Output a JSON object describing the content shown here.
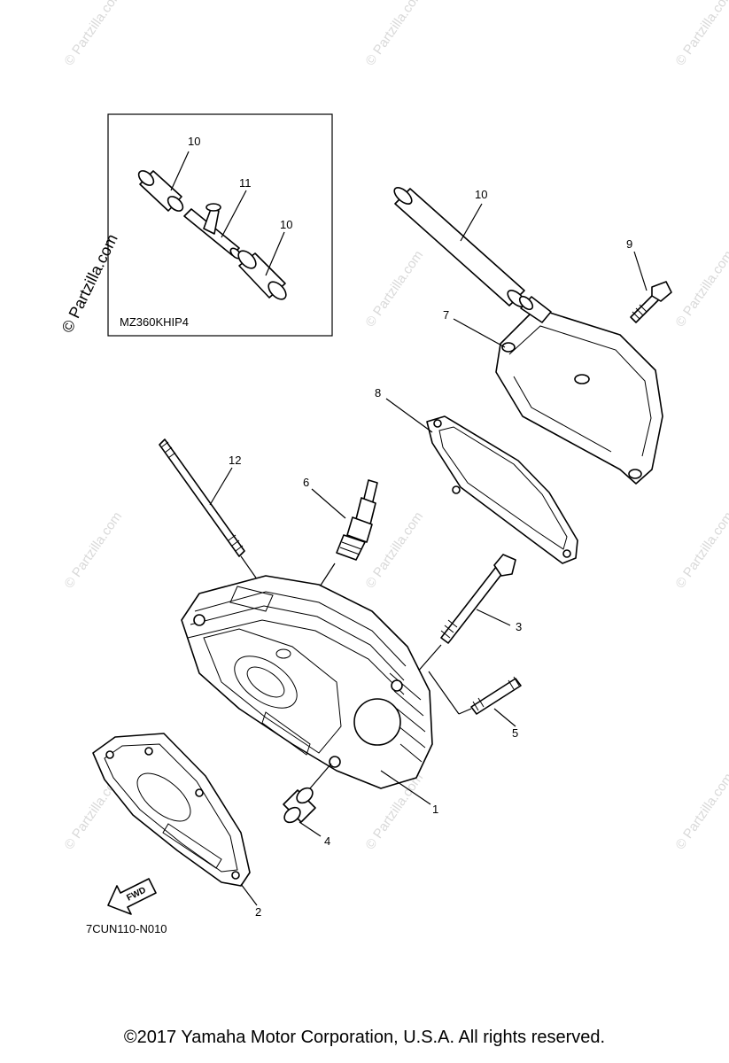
{
  "diagram": {
    "inset": {
      "code": "MZ360KHIP4",
      "labels": {
        "hose_top": "10",
        "tee": "11",
        "hose_right": "10"
      },
      "watermark": "© Partzilla.com"
    },
    "labels": {
      "hose": "10",
      "bolt_9": "9",
      "cover_7": "7",
      "gasket_8": "8",
      "stud_12": "12",
      "spark_plug_6": "6",
      "bolt_3": "3",
      "stud_5": "5",
      "head_1": "1",
      "dowel_4": "4",
      "gasket_2": "2"
    },
    "diagram_code": "7CUN110-N010",
    "fwd_text": "FWD",
    "watermark_text": "© Partzilla.com"
  },
  "footer": {
    "copyright": "©2017  Yamaha Motor Corporation, U.S.A. All rights reserved."
  }
}
